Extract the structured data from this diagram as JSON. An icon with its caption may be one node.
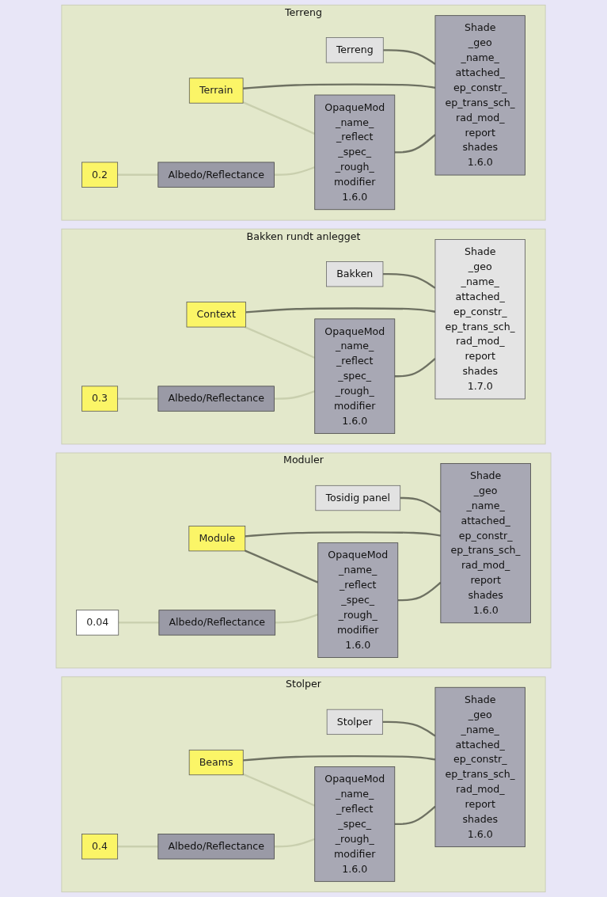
{
  "diagram": {
    "nodes": [
      {
        "text": [
          "Terreng"
        ]
      },
      {
        "text": [
          "Terreng"
        ],
        "in": 0
      },
      {
        "text": [
          "Shade",
          "_geo",
          "_name_",
          "attached_",
          "ep_constr_",
          "ep_trans_sch_",
          "rad_mod_",
          "report",
          "shades",
          "1.6.0"
        ],
        "in": 0
      },
      {
        "text": [
          "Terrain"
        ],
        "in": 0
      },
      {
        "text": [
          "OpaqueMod",
          "_name_",
          "_reflect",
          "_spec_",
          "_rough_",
          "modifier",
          "1.6.0"
        ],
        "in": 0
      },
      {
        "text": [
          "0.2"
        ],
        "in": 0
      },
      {
        "text": [
          "Albedo/Reflectance"
        ],
        "in": 0
      },
      {
        "text": [
          "Bakken rundt anlegget"
        ]
      },
      {
        "text": [
          "Bakken"
        ],
        "in": 7
      },
      {
        "text": [
          "Shade",
          "_geo",
          "_name_",
          "attached_",
          "ep_constr_",
          "ep_trans_sch_",
          "rad_mod_",
          "report",
          "shades",
          "1.7.0"
        ],
        "in": 7
      },
      {
        "text": [
          "Context"
        ],
        "in": 7
      },
      {
        "text": [
          "OpaqueMod",
          "_name_",
          "_reflect",
          "_spec_",
          "_rough_",
          "modifier",
          "1.6.0"
        ],
        "in": 7
      },
      {
        "text": [
          "0.3"
        ],
        "in": 7
      },
      {
        "text": [
          "Albedo/Reflectance"
        ],
        "in": 7
      },
      {
        "text": [
          "Moduler"
        ]
      },
      {
        "text": [
          "Tosidig panel"
        ],
        "in": 14
      },
      {
        "text": [
          "Shade",
          "_geo",
          "_name_",
          "attached_",
          "ep_constr_",
          "ep_trans_sch_",
          "rad_mod_",
          "report",
          "shades",
          "1.6.0"
        ],
        "in": 14
      },
      {
        "text": [
          "Module"
        ],
        "in": 14
      },
      {
        "text": [
          "OpaqueMod",
          "_name_",
          "_reflect",
          "_spec_",
          "_rough_",
          "modifier",
          "1.6.0"
        ],
        "in": 14
      },
      {
        "text": [
          "0.04"
        ],
        "in": 14
      },
      {
        "text": [
          "Albedo/Reflectance"
        ],
        "in": 14
      },
      {
        "text": [
          "Stolper"
        ]
      },
      {
        "text": [
          "Stolper"
        ],
        "in": 21
      },
      {
        "text": [
          "Shade",
          "_geo",
          "_name_",
          "attached_",
          "ep_constr_",
          "ep_trans_sch_",
          "rad_mod_",
          "report",
          "shades",
          "1.6.0"
        ],
        "in": 21
      },
      {
        "text": [
          "Beams"
        ],
        "in": 21
      },
      {
        "text": [
          "OpaqueMod",
          "_name_",
          "_reflect",
          "_spec_",
          "_rough_",
          "modifier",
          "1.6.0"
        ],
        "in": 21
      },
      {
        "text": [
          "0.4"
        ],
        "in": 21
      },
      {
        "text": [
          "Albedo/Reflectance"
        ],
        "in": 21
      }
    ],
    "edges": [
      {
        "from": 1,
        "to": 2,
        "arrow": "none"
      },
      {
        "from": 3,
        "to": 2,
        "arrow": "none"
      },
      {
        "from": 3,
        "to": 4,
        "arrow": "none",
        "color": "#c9cfae"
      },
      {
        "from": 5,
        "to": 6,
        "arrow": "none",
        "color": "#c9cfae"
      },
      {
        "from": 6,
        "to": 4,
        "arrow": "none",
        "color": "#c9cfae"
      },
      {
        "from": 4,
        "to": 2,
        "arrow": "none"
      },
      {
        "from": 8,
        "to": 9,
        "arrow": "none"
      },
      {
        "from": 10,
        "to": 9,
        "arrow": "none"
      },
      {
        "from": 10,
        "to": 11,
        "arrow": "none",
        "color": "#c9cfae"
      },
      {
        "from": 12,
        "to": 13,
        "arrow": "none",
        "color": "#c9cfae"
      },
      {
        "from": 13,
        "to": 11,
        "arrow": "none",
        "color": "#c9cfae"
      },
      {
        "from": 11,
        "to": 9,
        "arrow": "none"
      },
      {
        "from": 15,
        "to": 16,
        "arrow": "none"
      },
      {
        "from": 17,
        "to": 16,
        "arrow": "none"
      },
      {
        "from": 17,
        "to": 18,
        "arrow": "none"
      },
      {
        "from": 19,
        "to": 20,
        "arrow": "none",
        "color": "#c9cfae"
      },
      {
        "from": 20,
        "to": 18,
        "arrow": "none",
        "color": "#c9cfae"
      },
      {
        "from": 18,
        "to": 16,
        "arrow": "none"
      },
      {
        "from": 22,
        "to": 23,
        "arrow": "none"
      },
      {
        "from": 24,
        "to": 23,
        "arrow": "none"
      },
      {
        "from": 24,
        "to": 25,
        "arrow": "none",
        "color": "#c9cfae"
      },
      {
        "from": 26,
        "to": 27,
        "arrow": "none",
        "color": "#c9cfae"
      },
      {
        "from": 27,
        "to": 25,
        "arrow": "none",
        "color": "#c9cfae"
      },
      {
        "from": 25,
        "to": 23,
        "arrow": "none"
      }
    ]
  }
}
